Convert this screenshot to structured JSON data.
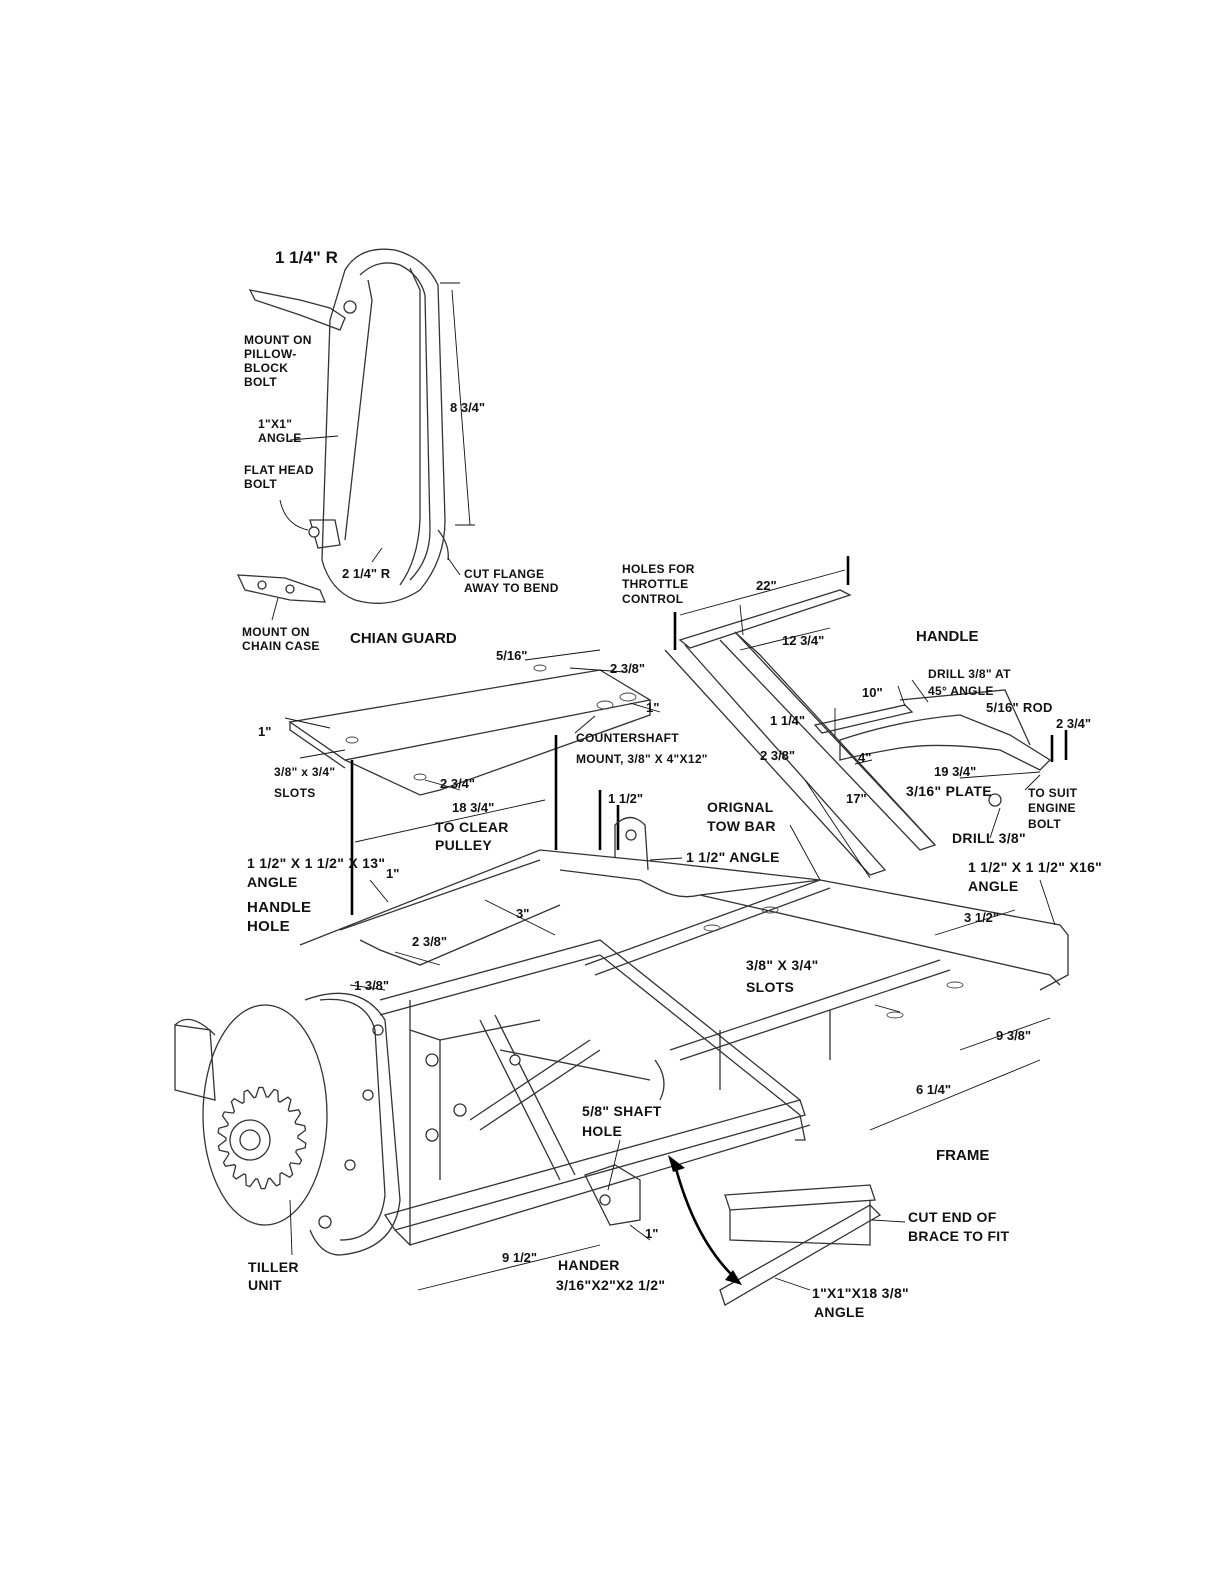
{
  "labels": {
    "chain_guard": {
      "radius_top": "1 1/4\" R",
      "mount_pillow": [
        "MOUNT ON",
        "PILLOW-",
        "BLOCK",
        "BOLT"
      ],
      "angle_1x1": [
        "1\"X1\"",
        "ANGLE"
      ],
      "flat_head": [
        "FLAT HEAD",
        "BOLT"
      ],
      "radius_bottom": "2 1/4\" R",
      "length": "8 3/4\"",
      "cut_flange": [
        "CUT FLANGE",
        "AWAY TO BEND"
      ],
      "mount_chain": [
        "MOUNT ON",
        "CHAIN CASE"
      ],
      "title": "CHIAN GUARD"
    },
    "countershaft": {
      "d_5_16": "5/16\"",
      "d_2_3_8": "2 3/8\"",
      "d_1": "1\"",
      "d_left": "1\"",
      "slots": [
        "3/8\" x 3/4\"",
        "SLOTS"
      ],
      "d_2_3_4": "2 3/4\"",
      "mount": [
        "COUNTERSHAFT",
        "MOUNT, 3/8\" X 4\"X12\""
      ],
      "d_18_3_4": "18 3/4\"",
      "clear_pulley": [
        "TO CLEAR",
        "PULLEY"
      ]
    },
    "handle": {
      "holes_throttle": [
        "HOLES FOR",
        "THROTTLE",
        "CONTROL"
      ],
      "d_22": "22\"",
      "d_12_3_4": "12 3/4\"",
      "title": "HANDLE",
      "drill_45": [
        "DRILL 3/8\" AT",
        "45° ANGLE"
      ],
      "d_10": "10\"",
      "d_1_1_4": "1 1/4\"",
      "rod": "5/16\" ROD",
      "d_2_3_4": "2 3/4\"",
      "d_4": "4\"",
      "d_19_3_4": "19 3/4\"",
      "plate": "3/16\" PLATE",
      "d_2_3_8": "2 3/8\"",
      "d_17": "17\"",
      "engine_bolt": [
        "TO SUIT",
        "ENGINE",
        "BOLT"
      ],
      "drill": "DRILL 3/8\""
    },
    "frame": {
      "d_1_1_2_top": "1 1/2\"",
      "tow_bar": [
        "ORIGNAL",
        "TOW BAR"
      ],
      "angle_1_1_2": "1 1/2\" ANGLE",
      "angle_13": [
        "1 1/2\" X 1 1/2\" X 13\"",
        "ANGLE"
      ],
      "d_1": "1\"",
      "handle_hole": [
        "HANDLE",
        "HOLE"
      ],
      "d_3": "3\"",
      "d_2_3_8": "2 3/8\"",
      "angle_16": [
        "1 1/2\" X 1 1/2\" X16\"",
        "ANGLE"
      ],
      "d_3_1_2": "3 1/2\"",
      "slots": [
        "3/8\" X 3/4\"",
        "SLOTS"
      ],
      "d_1_3_8": "1 3/8\"",
      "d_9_3_8": "9 3/8\"",
      "d_6_1_4": "6 1/4\"",
      "shaft_hole": [
        "5/8\" SHAFT",
        "HOLE"
      ],
      "title": "FRAME",
      "tiller": [
        "TILLER",
        "UNIT"
      ],
      "d_9_1_2": "9 1/2\"",
      "hanger": [
        "HANDER",
        "3/16\"X2\"X2 1/2\""
      ],
      "d_small": "1\"",
      "cut_end": [
        "CUT END OF",
        "BRACE TO FIT"
      ],
      "angle_18": [
        "1\"X1\"X18 3/8\"",
        "ANGLE"
      ]
    }
  },
  "colors": {
    "ink": "#111111",
    "paper": "#ffffff"
  }
}
